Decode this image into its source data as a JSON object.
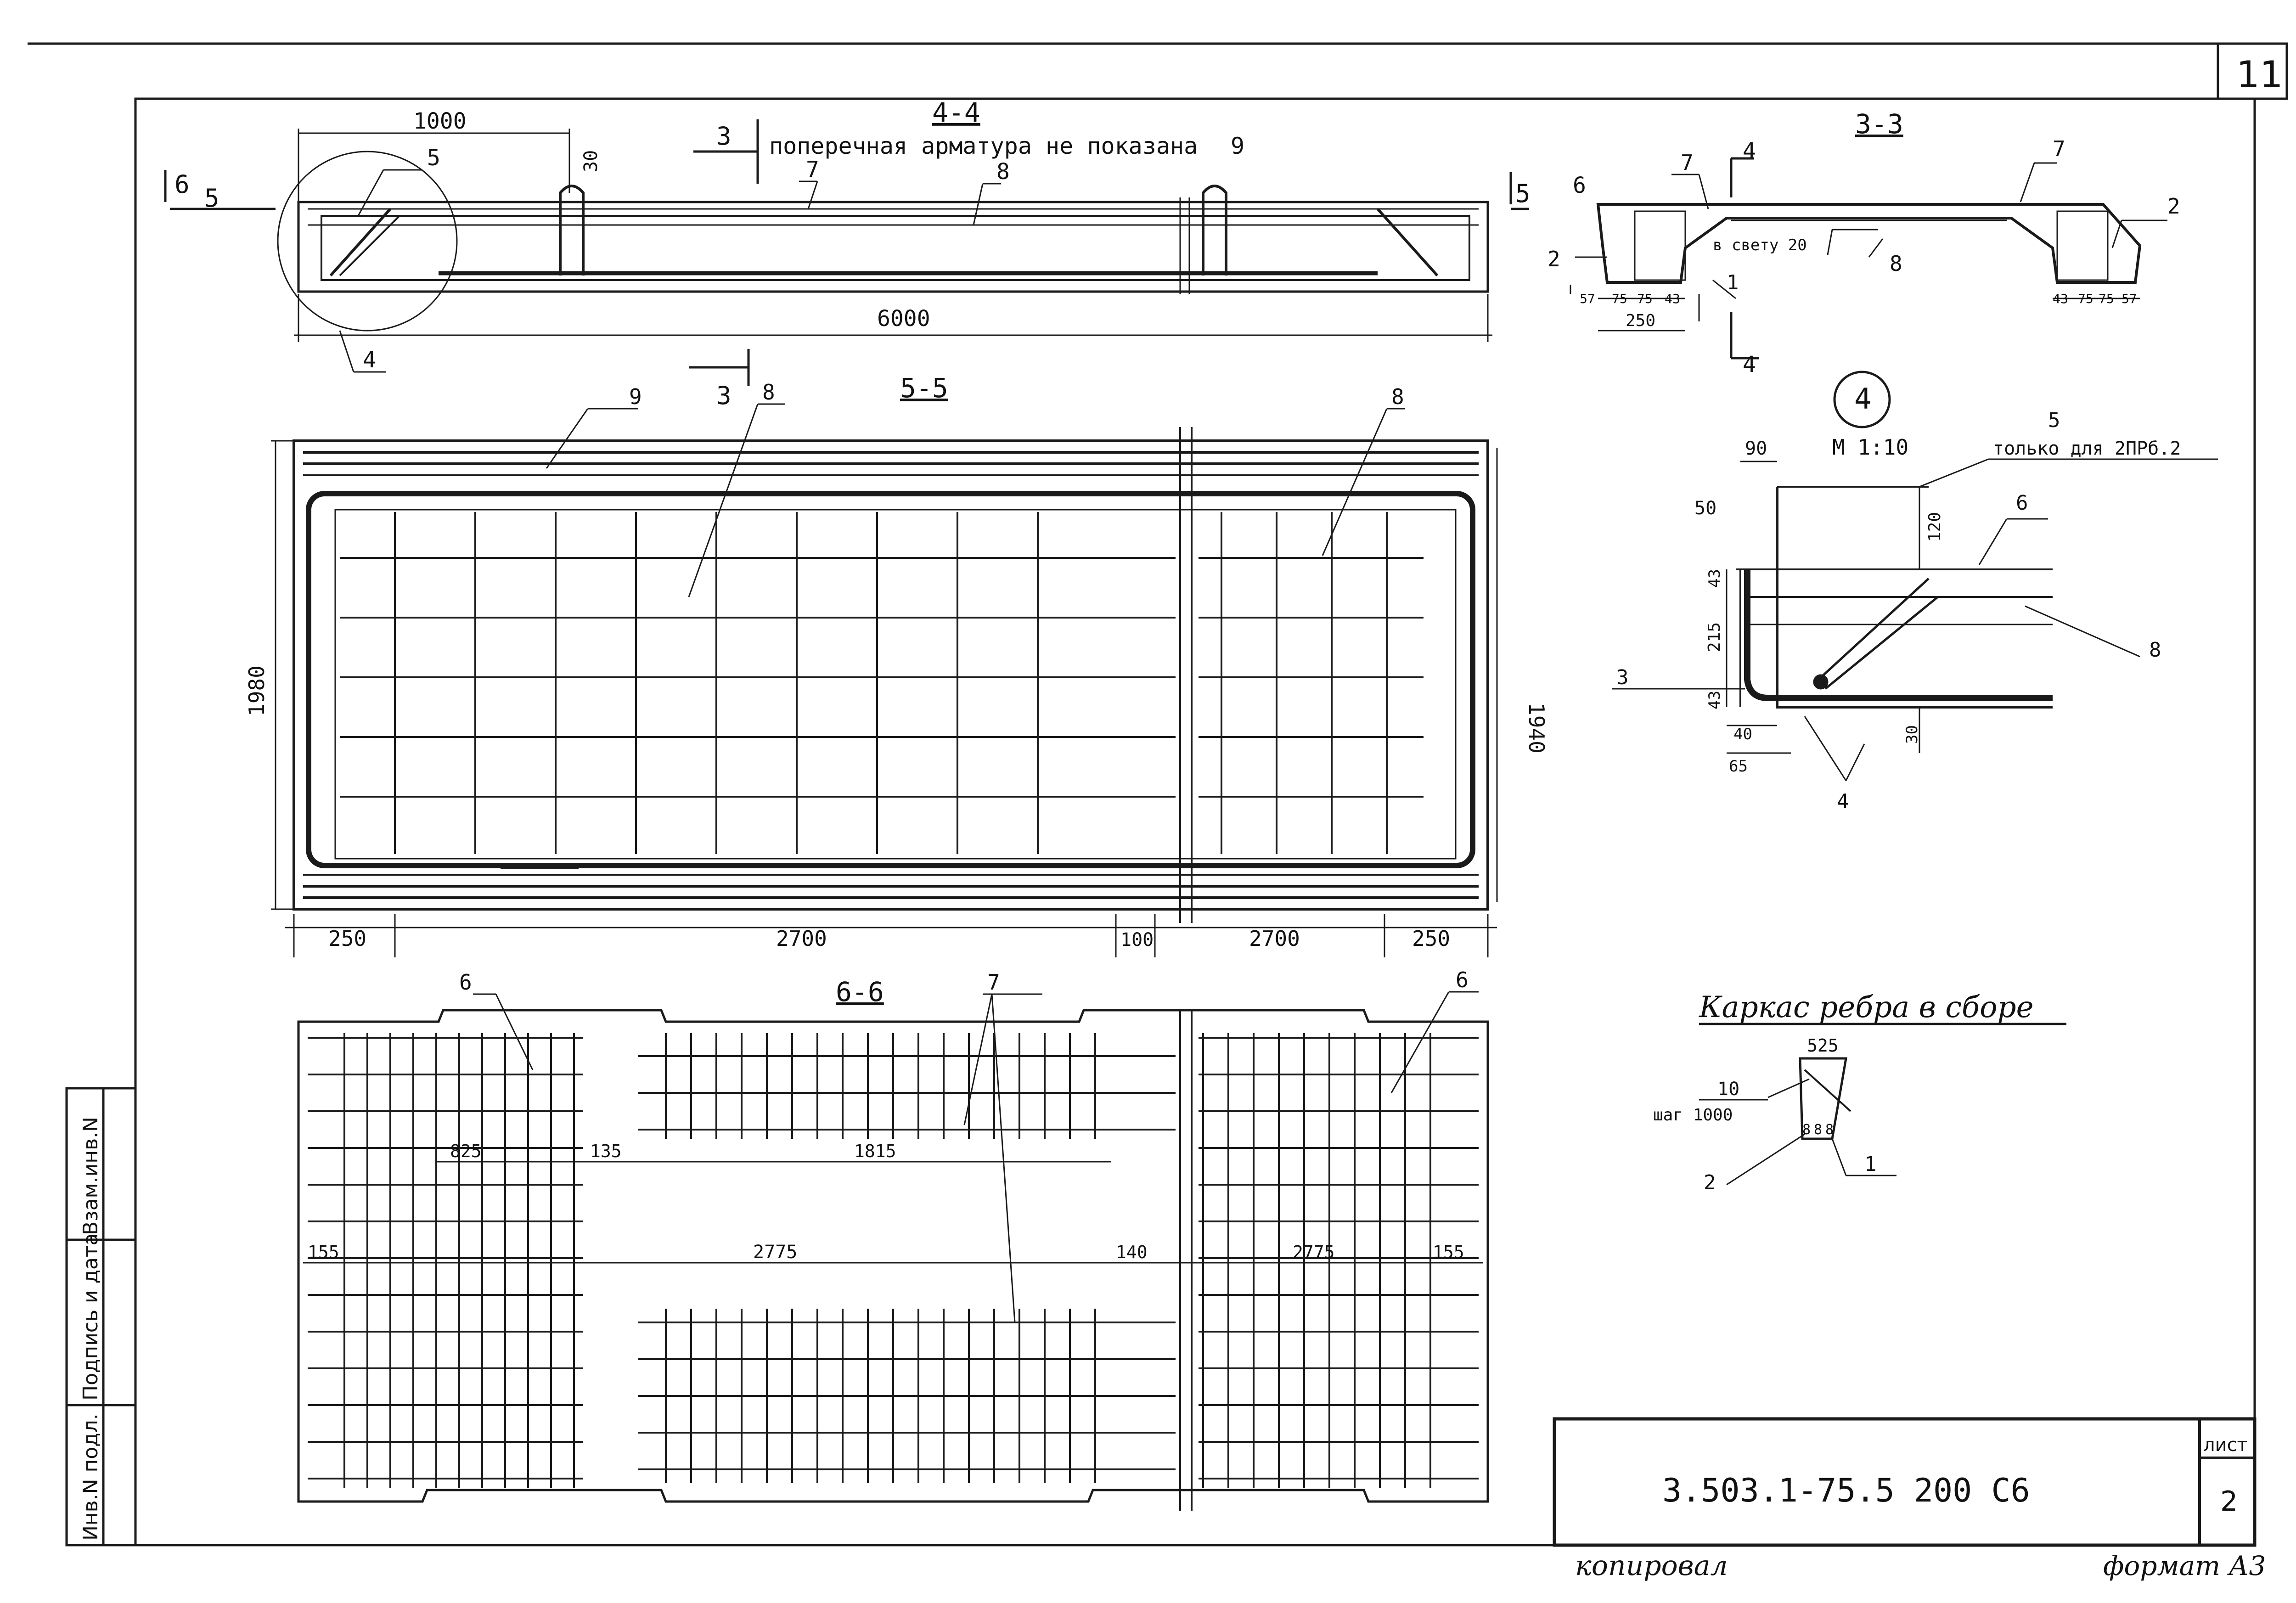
{
  "sheet": {
    "number": "11",
    "designation": "3.503.1-75.5  200  C6",
    "sheet_label": "лист",
    "sheet_no": "2",
    "copied_by": "копировал",
    "format": "формат А3"
  },
  "side_stamp": {
    "col1": "Инв.N подл.",
    "col2": "Подпись и дата",
    "col3": "Взам.инв.N"
  },
  "section_44": {
    "title": "4-4",
    "note": "поперечная арматура не показана",
    "note_mark": "9",
    "dim_1000": "1000",
    "dim_6000": "6000",
    "dim_30": "30",
    "cut_3": "3",
    "cut_5": "5",
    "cut_6": "6",
    "mark_5": "5",
    "mark_7": "7",
    "mark_8": "8",
    "mark_4": "4"
  },
  "section_33": {
    "title": "3-3",
    "cut_4": "4",
    "cut_6": "6",
    "mark_7a": "7",
    "mark_7b": "7",
    "mark_2a": "2",
    "mark_2b": "2",
    "mark_1": "1",
    "mark_8": "8",
    "clear_note": "в свету 20",
    "dims_left": [
      "57",
      "75",
      "75",
      "43"
    ],
    "dims_right": [
      "43",
      "75",
      "75",
      "57"
    ],
    "dim_250": "250"
  },
  "section_55": {
    "title": "5-5",
    "cut_3": "3",
    "mark_8a": "8",
    "mark_8b": "8",
    "mark_9": "9",
    "dim_1980": "1980",
    "dim_1940": "1940",
    "dims_bottom": [
      "250",
      "2700",
      "100",
      "2700",
      "250"
    ]
  },
  "detail_4": {
    "title": "4",
    "scale": "М 1:10",
    "mark_5": "5",
    "note_5": "только для 2ПРб.2",
    "mark_6": "6",
    "mark_8": "8",
    "mark_3": "3",
    "mark_4": "4",
    "dims": [
      "90",
      "50",
      "120",
      "43",
      "215",
      "43",
      "40",
      "65",
      "30"
    ]
  },
  "section_66": {
    "title": "6-6",
    "mark_6a": "6",
    "mark_6b": "6",
    "mark_7": "7",
    "dims_top": [
      "825",
      "135",
      "1815"
    ],
    "dims_mid": [
      "155",
      "2775",
      "140",
      "2775",
      "155"
    ]
  },
  "rib_cage": {
    "title": "Каркас ребра в сборе",
    "dim_525": "525",
    "mark_10": "10",
    "step": "шаг 1000",
    "mark_2": "2",
    "mark_1": "1",
    "bars": [
      "8",
      "8",
      "8"
    ]
  }
}
